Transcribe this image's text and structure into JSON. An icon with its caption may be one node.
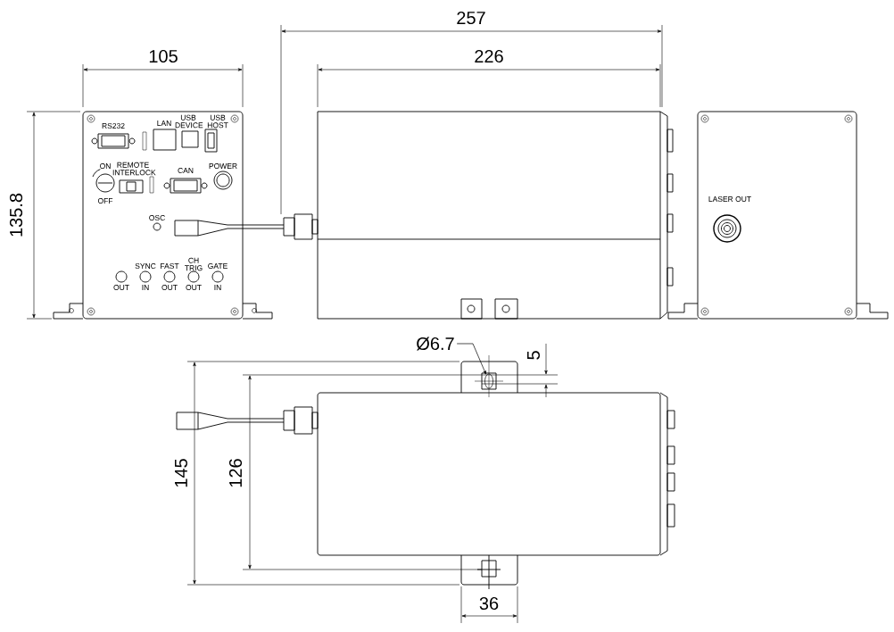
{
  "diagram": {
    "nodes": [
      {
        "text": [
          "Ø6.7"
        ]
      },
      {
        "text": [],
        "shape": "circle"
      }
    ],
    "edges": [
      {
        "from": 0,
        "to": 1,
        "arrow": "to"
      }
    ],
    "labels": [
      "257",
      "105",
      "226",
      "135.8",
      "5",
      "145",
      "126",
      "36",
      "RS232",
      "LAN",
      "USB DEVICE",
      "USB HOST",
      "ON",
      "OFF",
      "REMOTE INTERLOCK",
      "CAN",
      "POWER",
      "OSC",
      "SYNC",
      "FAST",
      "CH TRIG",
      "GATE",
      "OUT",
      "IN",
      "OUT",
      "OUT",
      "IN",
      "LASER OUT"
    ]
  }
}
